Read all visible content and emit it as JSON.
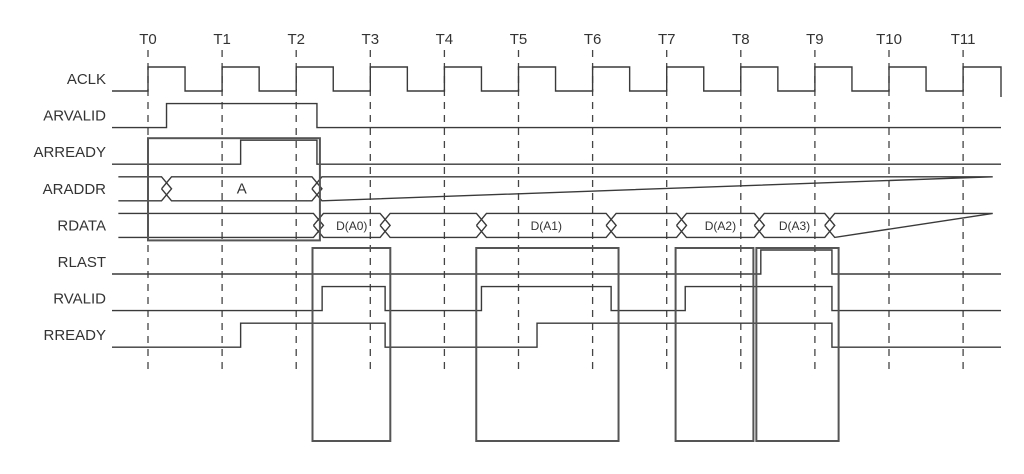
{
  "title": "AXI read burst timing diagram",
  "time_ticks": [
    "T0",
    "T1",
    "T2",
    "T3",
    "T4",
    "T5",
    "T6",
    "T7",
    "T8",
    "T9",
    "T10",
    "T11"
  ],
  "signals": [
    {
      "name": "ACLK",
      "type": "clock"
    },
    {
      "name": "ARVALID",
      "type": "bit",
      "initial": 0,
      "transitions": [
        [
          0.25,
          1
        ],
        [
          2.28,
          0
        ]
      ]
    },
    {
      "name": "ARREADY",
      "type": "bit",
      "initial": 0,
      "transitions": [
        [
          1.25,
          1
        ],
        [
          2.28,
          0
        ]
      ]
    },
    {
      "name": "ARADDR",
      "type": "bus",
      "segments": [
        {
          "from": -0.4,
          "to": 0.25,
          "label": ""
        },
        {
          "from": 0.25,
          "to": 2.28,
          "label": "A"
        },
        {
          "from": 2.28,
          "to": 11.4,
          "label": ""
        }
      ]
    },
    {
      "name": "RDATA",
      "type": "bus",
      "segments": [
        {
          "from": -0.4,
          "to": 2.3,
          "label": ""
        },
        {
          "from": 2.3,
          "to": 3.2,
          "label": "D(A0)"
        },
        {
          "from": 3.2,
          "to": 4.5,
          "label": ""
        },
        {
          "from": 4.5,
          "to": 6.25,
          "label": "D(A1)"
        },
        {
          "from": 6.25,
          "to": 7.2,
          "label": ""
        },
        {
          "from": 7.2,
          "to": 8.25,
          "label": "D(A2)"
        },
        {
          "from": 8.25,
          "to": 9.2,
          "label": "D(A3)"
        },
        {
          "from": 9.2,
          "to": 11.4,
          "label": ""
        }
      ]
    },
    {
      "name": "RLAST",
      "type": "bit",
      "initial": 0,
      "transitions": [
        [
          8.27,
          1
        ],
        [
          9.23,
          0
        ]
      ]
    },
    {
      "name": "RVALID",
      "type": "bit",
      "initial": 0,
      "transitions": [
        [
          2.35,
          1
        ],
        [
          3.2,
          0
        ],
        [
          4.5,
          1
        ],
        [
          6.25,
          0
        ],
        [
          7.25,
          1
        ],
        [
          9.23,
          0
        ]
      ]
    },
    {
      "name": "RREADY",
      "type": "bit",
      "initial": 0,
      "transitions": [
        [
          1.25,
          1
        ],
        [
          3.2,
          0
        ],
        [
          5.25,
          1
        ],
        [
          9.23,
          0
        ]
      ]
    }
  ],
  "highlight_boxes": [
    {
      "name": "address-phase-box",
      "from": 0.0,
      "to": 2.32,
      "top_signal": "ARREADY",
      "bottom_signal": "RDATA"
    },
    {
      "name": "beat-a0-box",
      "from": 2.22,
      "to": 3.27,
      "top_signal": "RLAST",
      "bottom_signal": "BELOW"
    },
    {
      "name": "beat-a1-box",
      "from": 4.43,
      "to": 6.35,
      "top_signal": "RLAST",
      "bottom_signal": "BELOW"
    },
    {
      "name": "beat-a2-box",
      "from": 7.12,
      "to": 8.17,
      "top_signal": "RLAST",
      "bottom_signal": "BELOW"
    },
    {
      "name": "beat-a3-box",
      "from": 8.21,
      "to": 9.32,
      "top_signal": "RLAST",
      "bottom_signal": "BELOW"
    }
  ]
}
